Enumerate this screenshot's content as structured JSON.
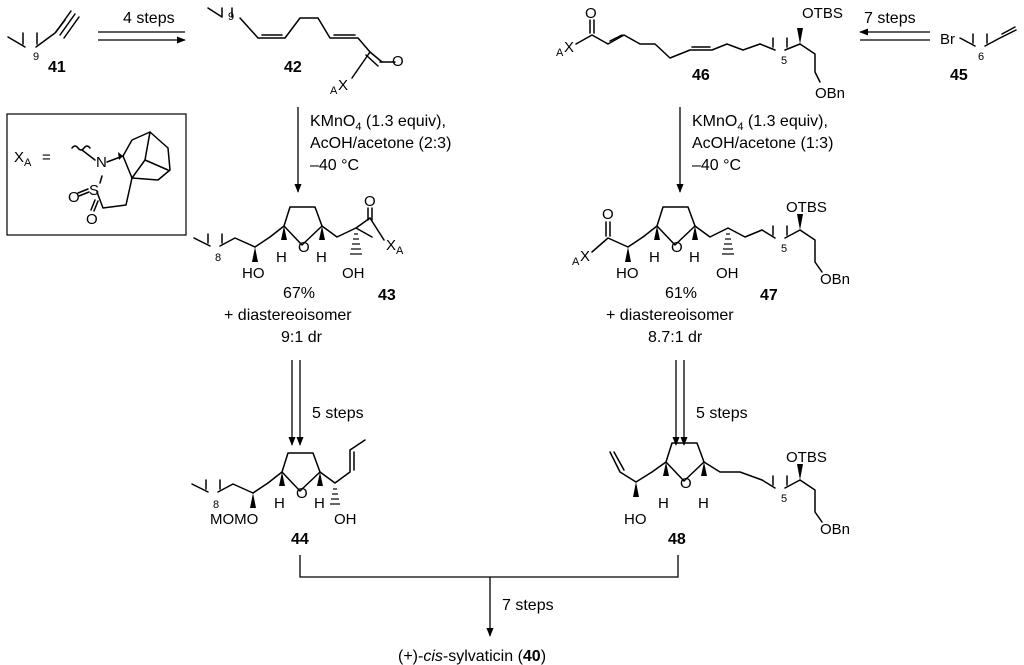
{
  "compounds": {
    "c41": "41",
    "c42": "42",
    "c43": "43",
    "c44": "44",
    "c45": "45",
    "c46": "46",
    "c47": "47",
    "c48": "48",
    "c40": "40"
  },
  "arrows": {
    "a41_42": "4 steps",
    "a45_46": "7 steps",
    "a42_43_line1_pre": "KMnO",
    "a42_43_line1_sub": "4",
    "a42_43_line1_post": " (1.3 equiv),",
    "a42_43_line2": "AcOH/acetone (2:3)",
    "a42_43_line3": "–40 °C",
    "a46_47_line1_pre": "KMnO",
    "a46_47_line1_sub": "4",
    "a46_47_line1_post": " (1.3 equiv),",
    "a46_47_line2": "AcOH/acetone (1:3)",
    "a46_47_line3": "–40 °C",
    "a43_44": "5 steps",
    "a47_48": "5 steps",
    "a_final": "7 steps"
  },
  "results": {
    "y43": "67%",
    "dia43": "+ diastereoisomer",
    "dr43": "9:1 dr",
    "y47": "61%",
    "dia47": "+ diastereoisomer",
    "dr47": "8.7:1 dr"
  },
  "aux_box": {
    "label": "X",
    "label_sub": "A",
    "eq": "="
  },
  "atoms": {
    "X": "X",
    "A": "A",
    "O": "O",
    "H": "H",
    "HO": "HO",
    "OH": "OH",
    "MOMO": "MOMO",
    "OTBS": "OTBS",
    "OBn": "OBn",
    "Br": "Br",
    "N": "N",
    "S": "S",
    "n9": "9",
    "n8": "8",
    "n6": "6",
    "n5": "5"
  },
  "product": {
    "prefix": "(+)-",
    "italic": "cis",
    "name": "-sylvaticin (",
    "num": "40",
    "close": ")"
  }
}
